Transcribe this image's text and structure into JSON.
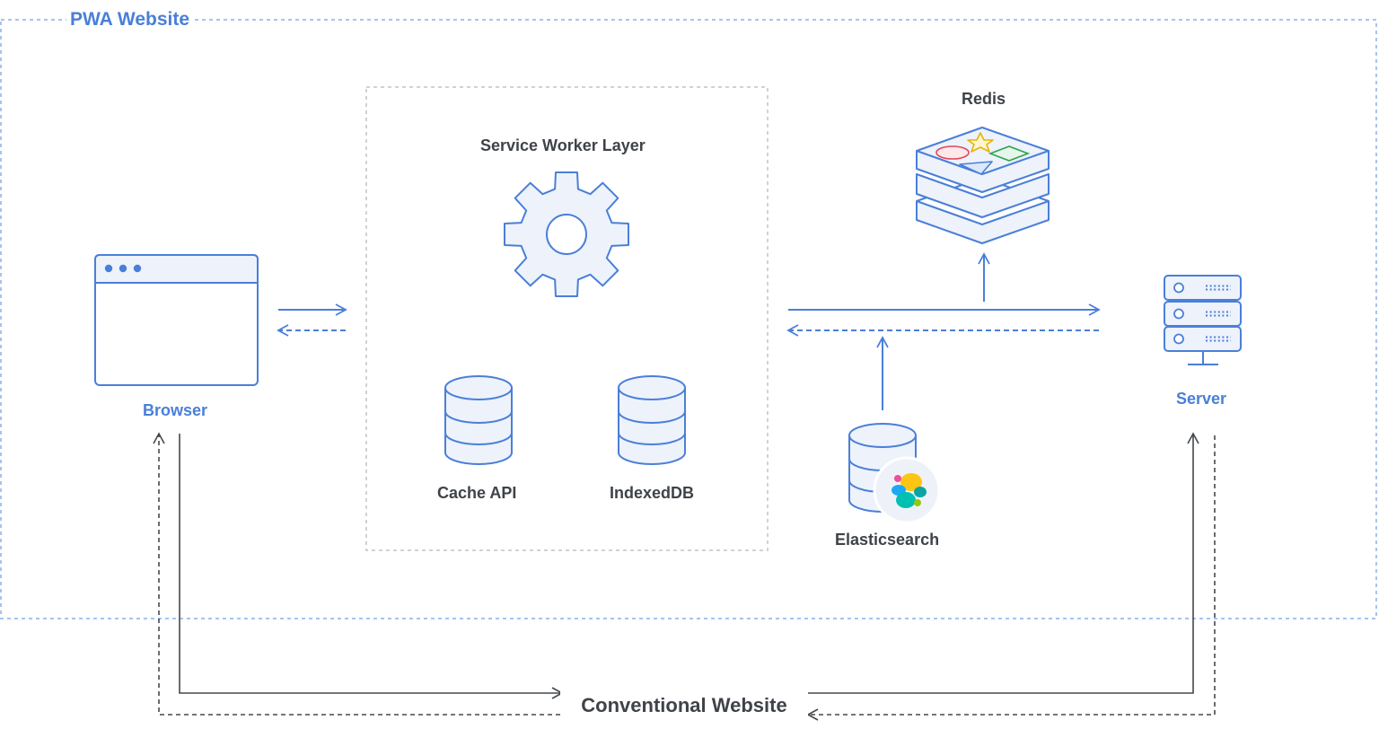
{
  "groups": {
    "pwa": "PWA Website",
    "conventional": "Conventional Website"
  },
  "nodes": {
    "browser": "Browser",
    "service_worker": "Service Worker Layer",
    "cache_api": "Cache API",
    "indexeddb": "IndexedDB",
    "redis": "Redis",
    "elasticsearch": "Elasticsearch",
    "server": "Server"
  },
  "colors": {
    "accent": "#4a7fd8",
    "icon_fill": "#edf2fb",
    "text": "#3f4349",
    "pwa_border": "#a7c3ef",
    "sw_border": "#cfd3d8",
    "conv_lines": "#44484d"
  }
}
